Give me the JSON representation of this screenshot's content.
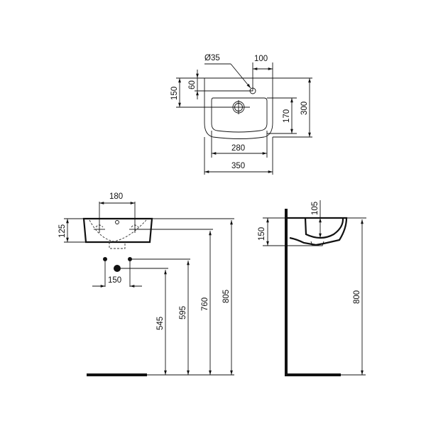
{
  "drawing": {
    "type": "technical-dimension-drawing",
    "subject": "wall-hung hand basin",
    "views": {
      "plan": {
        "labels": {
          "tap_hole_diameter": "Ø35",
          "tap_offset_from_side": "100",
          "tap_offset_from_back": "60",
          "waste_offset_from_back": "150",
          "bowl_depth": "170",
          "overall_depth": "300",
          "bowl_width": "280",
          "overall_width": "350"
        }
      },
      "front_elevation": {
        "labels": {
          "fixing_centres": "180",
          "basin_height": "125",
          "supply_centres": "150",
          "waste_height": "545",
          "supply_height": "595",
          "fixing_height": "760",
          "rim_height": "805"
        }
      },
      "side_elevation": {
        "labels": {
          "bowl_depth_inside": "105",
          "basin_height": "150",
          "rim_height": "800"
        }
      }
    }
  }
}
